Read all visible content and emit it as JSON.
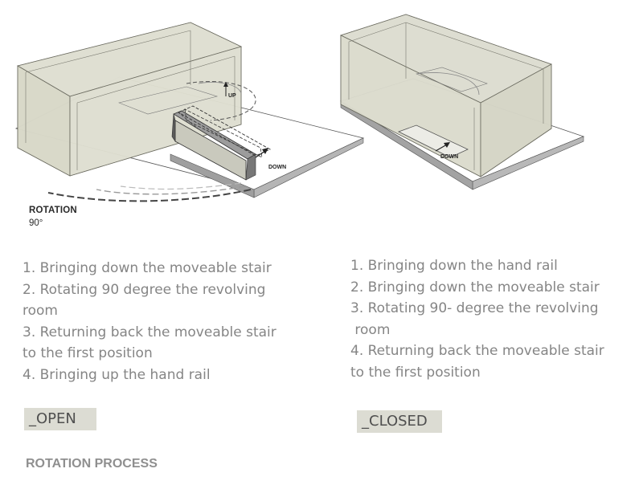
{
  "left_diagram": {
    "up_label": "UP",
    "down_label": "DOWN",
    "rotation_label": "ROTATION",
    "rotation_angle": "90°"
  },
  "right_diagram": {
    "down_label": "DOWN"
  },
  "open_steps": [
    "1. Bringing down the moveable stair",
    "2. Rotating 90 degree the revolving",
    "room",
    "3. Returning back the moveable stair",
    "to the first position",
    "4. Bringing up the hand rail"
  ],
  "closed_steps": [
    "1. Bringing down the hand rail",
    "2. Bringing down the moveable stair",
    "3. Rotating 90- degree the revolving",
    " room",
    "4. Returning back the moveable stair",
    "to the first position"
  ],
  "open_label": "_OPEN",
  "closed_label": "_CLOSED",
  "footer_title": "ROTATION PROCESS",
  "colors": {
    "box_fill": "#dcdccf",
    "slab_edge": "#9a9a9a",
    "text_gray": "#858585",
    "label_bg": "#dcdcd3"
  }
}
